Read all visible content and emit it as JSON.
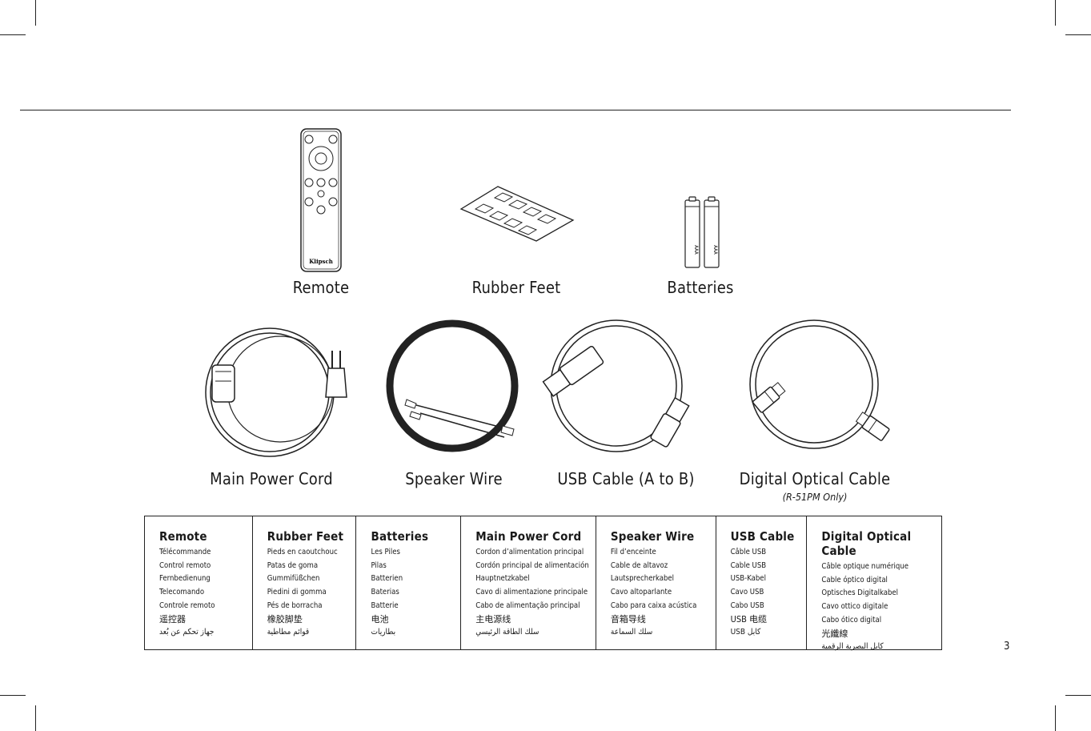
{
  "page_number": "3",
  "items_top": [
    {
      "id": "remote",
      "label": "Remote"
    },
    {
      "id": "rubber-feet",
      "label": "Rubber Feet"
    },
    {
      "id": "batteries",
      "label": "Batteries"
    }
  ],
  "items_bottom": [
    {
      "id": "power-cord",
      "label": "Main Power Cord"
    },
    {
      "id": "speaker-wire",
      "label": "Speaker Wire"
    },
    {
      "id": "usb-cable",
      "label": "USB Cable (A to B)"
    },
    {
      "id": "optical-cable",
      "label": "Digital Optical Cable",
      "note": "(R-51PM Only)"
    }
  ],
  "battery_text": "AAA",
  "remote_logo": "Klipsch",
  "translations": [
    {
      "title": "Remote",
      "lines": [
        "Télécommande",
        "Control remoto",
        "Fernbedienung",
        "Telecomando",
        "Controle remoto",
        "遥控器",
        "جهاز تحكم عن بُعد"
      ]
    },
    {
      "title": "Rubber Feet",
      "lines": [
        "Pieds en caoutchouc",
        "Patas de goma",
        "Gummifüßchen",
        "Piedini di gomma",
        "Pés de borracha",
        "橡胶脚垫",
        "قوائم مطاطية"
      ]
    },
    {
      "title": "Batteries",
      "lines": [
        "Les Piles",
        "Pilas",
        "Batterien",
        "Baterias",
        "Batterie",
        "电池",
        "بطاريات"
      ]
    },
    {
      "title": "Main Power Cord",
      "lines": [
        "Cordon d’alimentation principal",
        "Cordón principal de alimentación",
        "Hauptnetzkabel",
        "Cavo di alimentazione principale",
        "Cabo de alimentação principal",
        "主电源线",
        "سلك الطاقة الرئيسي"
      ]
    },
    {
      "title": "Speaker Wire",
      "lines": [
        "Fil d’enceinte",
        "Cable de altavoz",
        "Lautsprecherkabel",
        "Cavo altoparlante",
        "Cabo para caixa acústica",
        "音箱导线",
        "سلك السماعة"
      ]
    },
    {
      "title": "USB Cable",
      "lines": [
        "Câble USB",
        "Cable USB",
        "USB-Kabel",
        "Cavo USB",
        "Cabo USB",
        "USB 电缆",
        "كابل USB"
      ]
    },
    {
      "title": "Digital Optical Cable",
      "lines": [
        "Câble optique numérique",
        "Cable óptico digital",
        "Optisches Digitalkabel",
        "Cavo ottico digitale",
        "Cabo ótico digital",
        "光纖線",
        "كابل البصرية الرقمية"
      ]
    }
  ]
}
